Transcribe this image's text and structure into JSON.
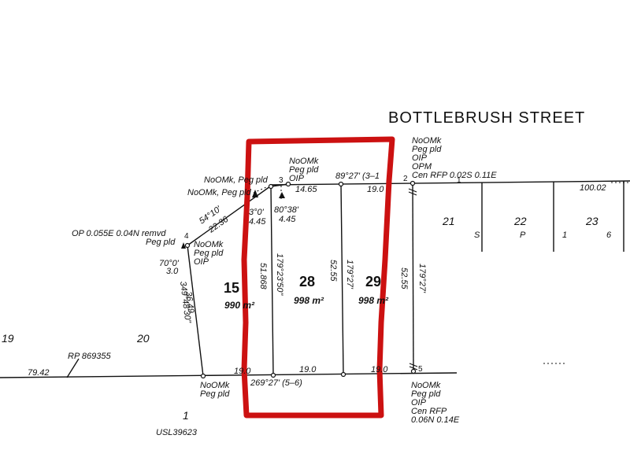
{
  "street_name": "BOTTLEBRUSH STREET",
  "lots": {
    "lot15": {
      "number": "15",
      "area": "990 m²"
    },
    "lot28": {
      "number": "28",
      "area": "998 m²"
    },
    "lot29": {
      "number": "29",
      "area": "998 m²"
    }
  },
  "neighbours": {
    "n19": "19",
    "n20": "20",
    "n21": "21",
    "n22": "22",
    "n23": "23",
    "n1": "1",
    "sp_s": "S",
    "sp_p": "P",
    "sp_1": "1",
    "sp_6": "6",
    "rp_plan": "RP 869355",
    "usl_plan": "USL39623"
  },
  "measures": {
    "top_bearing": "89°27' (3–1",
    "top_seg1": "14.65",
    "top_seg2": "19.0",
    "east_bearing": "179°27'",
    "east_len": "52.55",
    "mid_bearing": "179°27'",
    "mid_len": "52.55",
    "west_bearing": "179°23'50\"",
    "west_len": "51.868",
    "diag_bearing": "54°10'",
    "diag_len": "22.36",
    "left_bearing": "349°48'30\"",
    "left_len": "36.49",
    "corner_bearing": "70°0'",
    "corner_len": "3.0",
    "chord_bearing": "80°38'",
    "chord_len": "4.45",
    "chord2_bearing": "3°0'",
    "chord2_len": "4.45",
    "bottom_bearing": "269°27' (5–6)",
    "bottom_seg_mid": "19.0",
    "bottom_seg_left": "19.0",
    "bottom_seg_right": "19.0",
    "neighbour_len": "100.02",
    "left_road": "79.42"
  },
  "stations": {
    "s1": "1",
    "s2": "2",
    "s3": "3",
    "s4": "4",
    "s5": "5"
  },
  "marks": {
    "m_corner2_l1": "NoOMk",
    "m_corner2_l2": "Peg pld",
    "m_corner2_l3": "OIP",
    "m_corner2_l4": "OPM",
    "m_corner2_l5": "Cen RFP 0.02S 0.11E",
    "m_st3_l1": "NoOMk",
    "m_st3_l2": "Peg pld",
    "m_st3_l3": "OIP",
    "m_peg_a": "NoOMk, Peg pld",
    "m_peg_b": "NoOMk, Peg pld",
    "m_st4_op": "OP 0.055E 0.04N remvd",
    "m_st4_peg": "Peg pld",
    "m_st4_l1": "NoOMk",
    "m_st4_l2": "Peg pld",
    "m_st4_l3": "OIP",
    "m_bl_l1": "NoOMk",
    "m_bl_l2": "Peg pld",
    "m_st5_l1": "NoOMk",
    "m_st5_l2": "Peg pld",
    "m_st5_l3": "OIP",
    "m_st5_l4": "Cen RFP",
    "m_st5_l5": "0.06N 0.14E"
  },
  "colors": {
    "line": "#111111",
    "highlight": "#cc1111"
  }
}
